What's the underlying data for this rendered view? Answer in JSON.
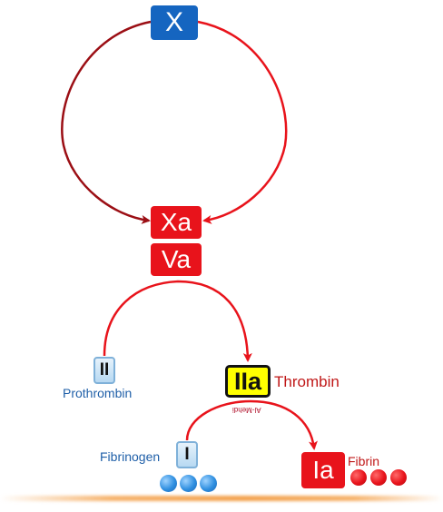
{
  "factors": {
    "x": "X",
    "xa": "Xa",
    "va": "Va",
    "ii": "II",
    "iia": "IIa",
    "i": "I",
    "ia": "Ia"
  },
  "labels": {
    "prothrombin": "Prothrombin",
    "thrombin": "Thrombin",
    "fibrinogen": "Fibrinogen",
    "fibrin": "Fibrin",
    "watermark": "Al-Mehdi"
  },
  "colors": {
    "factor_x_blue": "#1565c0",
    "activated_red": "#e8131b",
    "thrombin_yellow": "#ffff00",
    "precursor_light_blue": "#b7d9f2",
    "arrow_dark_red": "#9b0e14",
    "arrow_red": "#e8131b",
    "bead_blue": "#2f8fe0",
    "bead_red": "#e8131b",
    "label_blue": "#1f5fa8",
    "label_red": "#c01818",
    "floor_orange": "#f3a14c"
  }
}
